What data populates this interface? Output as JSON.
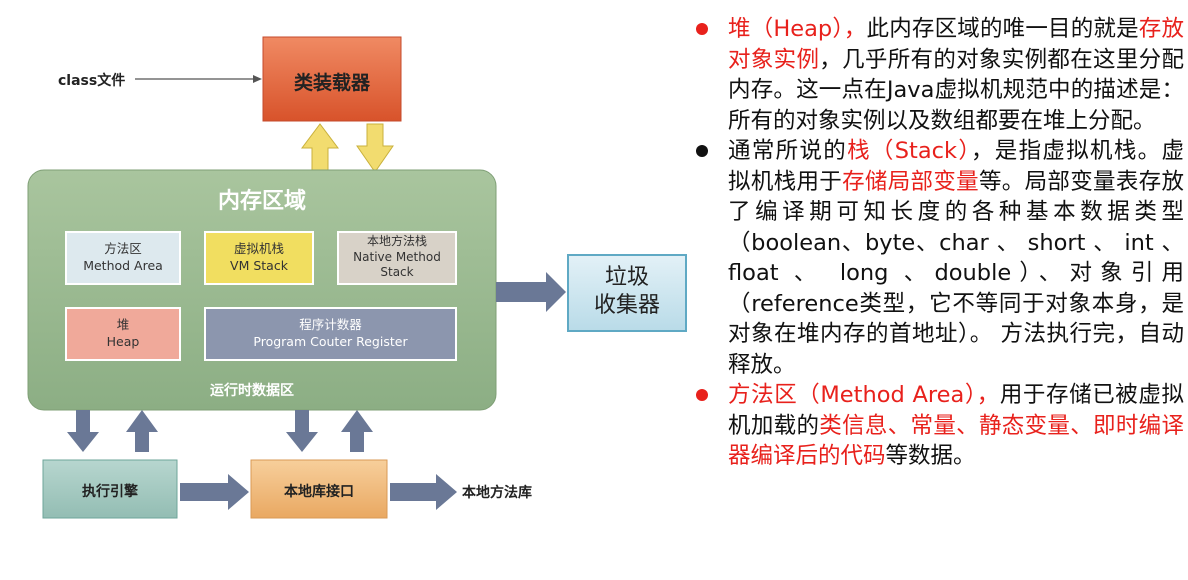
{
  "diagram": {
    "class_file_label": "class文件",
    "class_loader_label": "类装载器",
    "memory_area_title": "内存区域",
    "runtime_data_area_label": "运行时数据区",
    "method_area": {
      "line1": "方法区",
      "line2": "Method Area"
    },
    "vm_stack": {
      "line1": "虚拟机栈",
      "line2": "VM Stack"
    },
    "native_method_stack": {
      "line1": "本地方法栈",
      "line2": "Native Method",
      "line3": "Stack"
    },
    "heap": {
      "line1": "堆",
      "line2": "Heap"
    },
    "program_counter": {
      "line1": "程序计数器",
      "line2": "Program Couter Register"
    },
    "garbage_collector": {
      "line1": "垃圾",
      "line2": "收集器"
    },
    "execution_engine_label": "执行引擎",
    "native_interface_label": "本地库接口",
    "native_library_label": "本地方法库"
  },
  "bullets": [
    {
      "dot_color": "#e8211c",
      "segments": [
        {
          "text": "堆（Heap），",
          "red": true
        },
        {
          "text": "此内存区域的唯一目的就是",
          "red": false
        },
        {
          "text": "存放对象实例",
          "red": true
        },
        {
          "text": "，几乎所有的对象实例都在这里分配内存。这一点在Java虚拟机规范中的描述是：所有的对象实例以及数组都要在堆上分配。",
          "red": false
        }
      ]
    },
    {
      "dot_color": "#111111",
      "segments": [
        {
          "text": "通常所说的",
          "red": false
        },
        {
          "text": "栈（Stack）",
          "red": true
        },
        {
          "text": "，是指虚拟机栈。虚拟机栈用于",
          "red": false
        },
        {
          "text": "存储局部变量",
          "red": true
        },
        {
          "text": "等。局部变量表存放了编译期可知长度的各种基本数据类型（boolean、byte、char 、 short 、 int 、 float 、 long 、double）、对象引用（reference类型，它不等同于对象本身，是对象在堆内存的首地址）。 方法执行完，自动释放。",
          "red": false
        }
      ]
    },
    {
      "dot_color": "#e8211c",
      "segments": [
        {
          "text": "方法区（Method Area），",
          "red": true
        },
        {
          "text": "用于存储已被虚拟机加载的",
          "red": false
        },
        {
          "text": "类信息、常量、静态变量、即时编译器编译后的代码",
          "red": true
        },
        {
          "text": "等数据。",
          "red": false
        }
      ]
    }
  ]
}
